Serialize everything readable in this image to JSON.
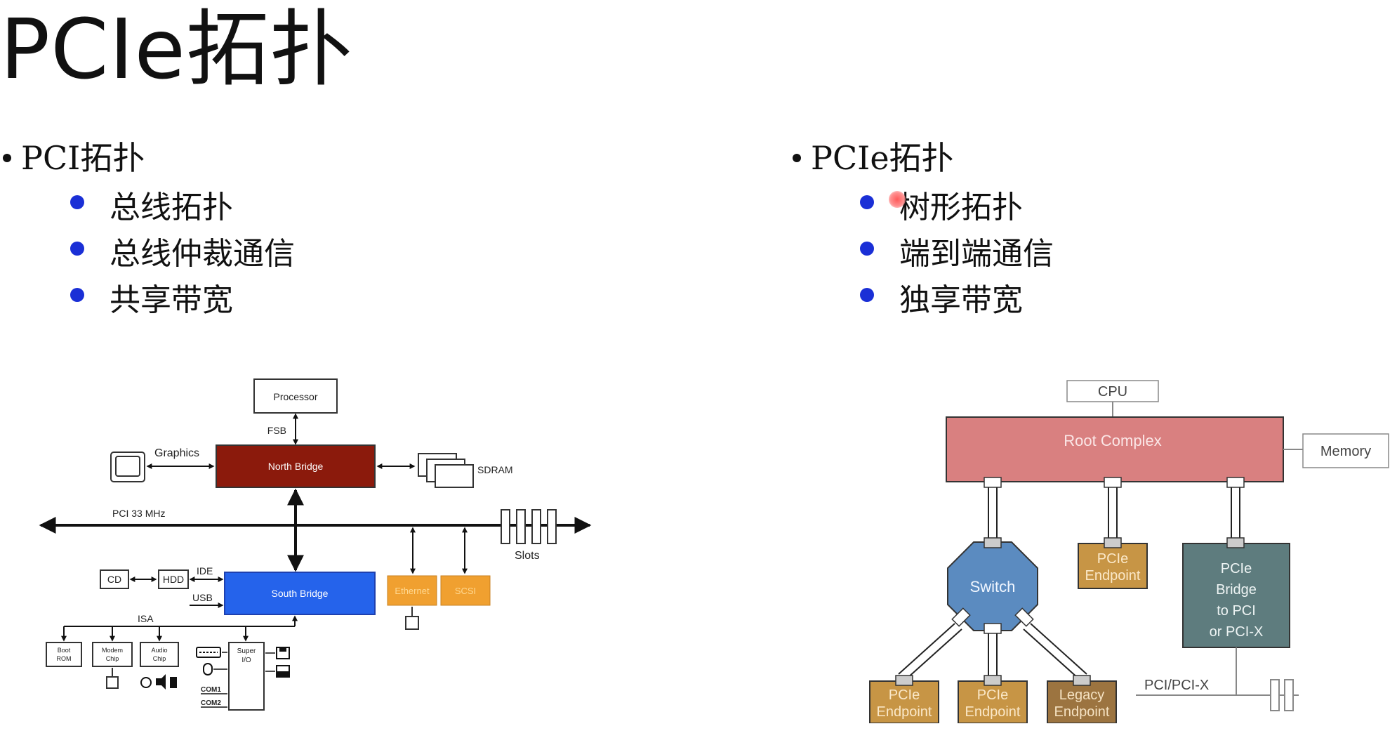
{
  "title": "PCIe拓扑",
  "left": {
    "heading": "PCI拓扑",
    "items": [
      "总线拓扑",
      "总线仲裁通信",
      "共享带宽"
    ]
  },
  "right": {
    "heading": "PCIe拓扑",
    "items": [
      "树形拓扑",
      "端到端通信",
      "独享带宽"
    ]
  },
  "pci_diagram": {
    "processor": "Processor",
    "fsb": "FSB",
    "graphics": "Graphics",
    "north_bridge": "North Bridge",
    "sdram": "SDRAM",
    "pci_bus": "PCI 33 MHz",
    "slots": "Slots",
    "cd": "CD",
    "hdd": "HDD",
    "ide": "IDE",
    "usb": "USB",
    "south_bridge": "South Bridge",
    "ethernet": "Ethernet",
    "scsi": "SCSI",
    "isa": "ISA",
    "boot_rom": [
      "Boot",
      "ROM"
    ],
    "modem_chip": [
      "Modem",
      "Chip"
    ],
    "audio_chip": [
      "Audio",
      "Chip"
    ],
    "super_io": [
      "Super",
      "I/O"
    ],
    "com1": "COM1",
    "com2": "COM2"
  },
  "pcie_diagram": {
    "cpu": "CPU",
    "root_complex": "Root Complex",
    "memory": "Memory",
    "switch": "Switch",
    "endpoint_top": [
      "PCIe",
      "Endpoint"
    ],
    "bridge": [
      "PCIe",
      "Bridge",
      "to PCI",
      "or PCI-X"
    ],
    "endpoint1": [
      "PCIe",
      "Endpoint"
    ],
    "endpoint2": [
      "PCIe",
      "Endpoint"
    ],
    "legacy": [
      "Legacy",
      "Endpoint"
    ],
    "pci_pcix": "PCI/PCI-X"
  },
  "colors": {
    "north_bridge": "#8b1a0c",
    "south_bridge": "#2563eb",
    "orange_device": "#f0a030",
    "root_complex": "#d98080",
    "switch": "#5b8bc0",
    "endpoint": "#c79545",
    "legacy": "#9c7440",
    "bridge": "#5e7c7e",
    "bullet_blue": "#1a2fd6"
  }
}
